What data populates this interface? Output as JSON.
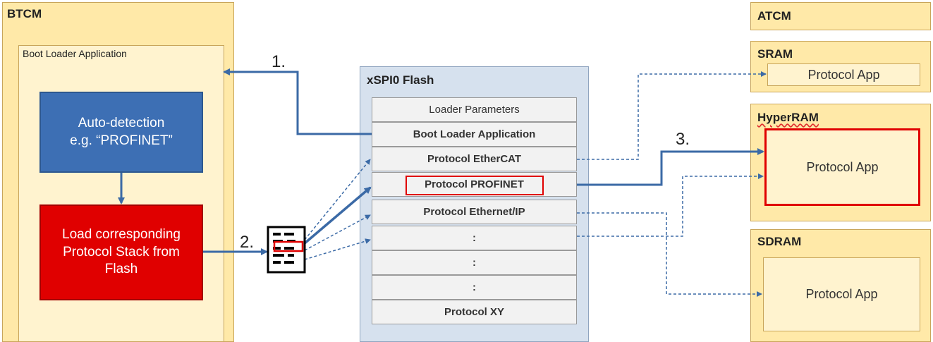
{
  "btcm": {
    "title": "BTCM",
    "app_title": "Boot Loader Application",
    "autodetect": "Auto-detection\ne.g. “PROFINET”",
    "load": "Load corresponding\nProtocol Stack from\nFlash"
  },
  "flash": {
    "title": "xSPI0 Flash",
    "rows": [
      "Loader Parameters",
      "Boot Loader Application",
      "Protocol EtherCAT",
      "Protocol PROFINET",
      "Protocol Ethernet/IP",
      ":",
      ":",
      ":",
      "Protocol XY"
    ]
  },
  "memory": {
    "atcm": "ATCM",
    "sram": {
      "title": "SRAM",
      "app": "Protocol App"
    },
    "hyperram": {
      "title": "HyperRAM",
      "app": "Protocol App"
    },
    "sdram": {
      "title": "SDRAM",
      "app": "Protocol App"
    }
  },
  "steps": {
    "s1": "1.",
    "s2": "2.",
    "s3": "3."
  },
  "colors": {
    "arrow": "#3b6aa6",
    "highlight": "#e00000",
    "memory_fill": "#ffe9a8",
    "flash_fill": "#d6e1ee"
  },
  "icons": {
    "flash_selector": "file-list-icon"
  }
}
